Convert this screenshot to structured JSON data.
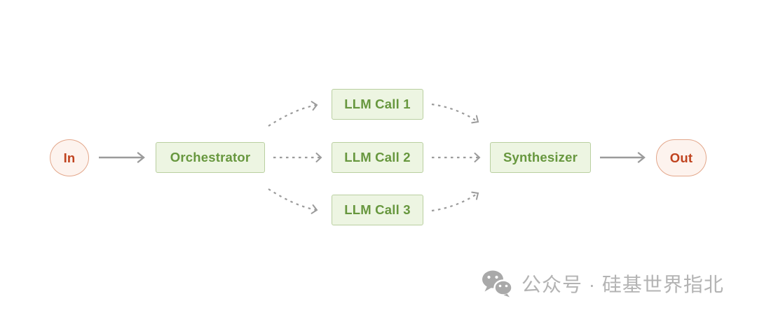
{
  "diagram": {
    "type": "workflow",
    "nodes": {
      "in": {
        "label": "In",
        "shape": "circle",
        "role": "input-terminal"
      },
      "orchestrator": {
        "label": "Orchestrator",
        "shape": "rect",
        "role": "process"
      },
      "llm_call_1": {
        "label": "LLM Call 1",
        "shape": "rect",
        "role": "worker"
      },
      "llm_call_2": {
        "label": "LLM Call 2",
        "shape": "rect",
        "role": "worker"
      },
      "llm_call_3": {
        "label": "LLM Call 3",
        "shape": "rect",
        "role": "worker"
      },
      "synthesizer": {
        "label": "Synthesizer",
        "shape": "rect",
        "role": "process"
      },
      "out": {
        "label": "Out",
        "shape": "pill",
        "role": "output-terminal"
      }
    },
    "edges": [
      {
        "from": "in",
        "to": "orchestrator",
        "style": "solid"
      },
      {
        "from": "orchestrator",
        "to": "llm_call_1",
        "style": "dashed"
      },
      {
        "from": "orchestrator",
        "to": "llm_call_2",
        "style": "dashed"
      },
      {
        "from": "orchestrator",
        "to": "llm_call_3",
        "style": "dashed"
      },
      {
        "from": "llm_call_1",
        "to": "synthesizer",
        "style": "dashed"
      },
      {
        "from": "llm_call_2",
        "to": "synthesizer",
        "style": "dashed"
      },
      {
        "from": "llm_call_3",
        "to": "synthesizer",
        "style": "dashed"
      },
      {
        "from": "synthesizer",
        "to": "out",
        "style": "solid"
      }
    ],
    "colors": {
      "worker_bg": "#edf5e2",
      "worker_border": "#b9cfa0",
      "worker_text": "#67973e",
      "terminal_bg": "#fdf3ee",
      "terminal_border": "#e3a78b",
      "terminal_text": "#c0431f",
      "arrow_gray": "#9b9b9b",
      "watermark_gray": "#b3b3b3",
      "canvas_bg": "#ffffff"
    }
  },
  "watermark": {
    "icon": "wechat-icon",
    "text": "公众号 · 硅基世界指北"
  }
}
